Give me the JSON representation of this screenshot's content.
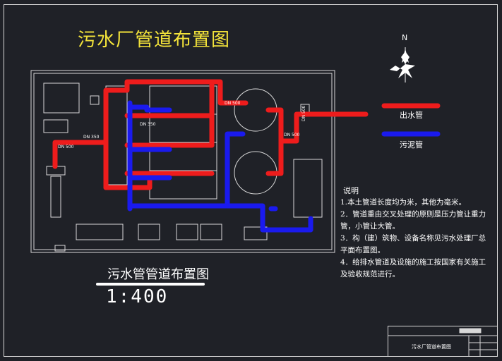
{
  "drawing": {
    "title": "污水厂管道布置图",
    "north_label": "N",
    "subtitle": "污水管管道布置图",
    "scale": "1:400"
  },
  "legend": {
    "outflow_pipe_label": "出水管",
    "sludge_pipe_label": "污泥管",
    "outflow_color": "#ee1c1c",
    "sludge_color": "#1a1aee"
  },
  "pipe_labels": [
    "DN 500",
    "DN 350",
    "DN 500",
    "DN 350",
    "DN 500",
    "DN 500"
  ],
  "notes": {
    "heading": "说明",
    "items": [
      "1.本土管道长度均为米，其他为毫米。",
      "2．管道重由交叉处理的原则是压力管让重力管，小管让大管。",
      "3．构（建）筑物、设备名称见污水处理厂总平面布置图。",
      "4．给排水管道及设施的施工按国家有关施工及验收规范进行。"
    ]
  },
  "title_block": {
    "text": "污水厂管道布置图"
  }
}
